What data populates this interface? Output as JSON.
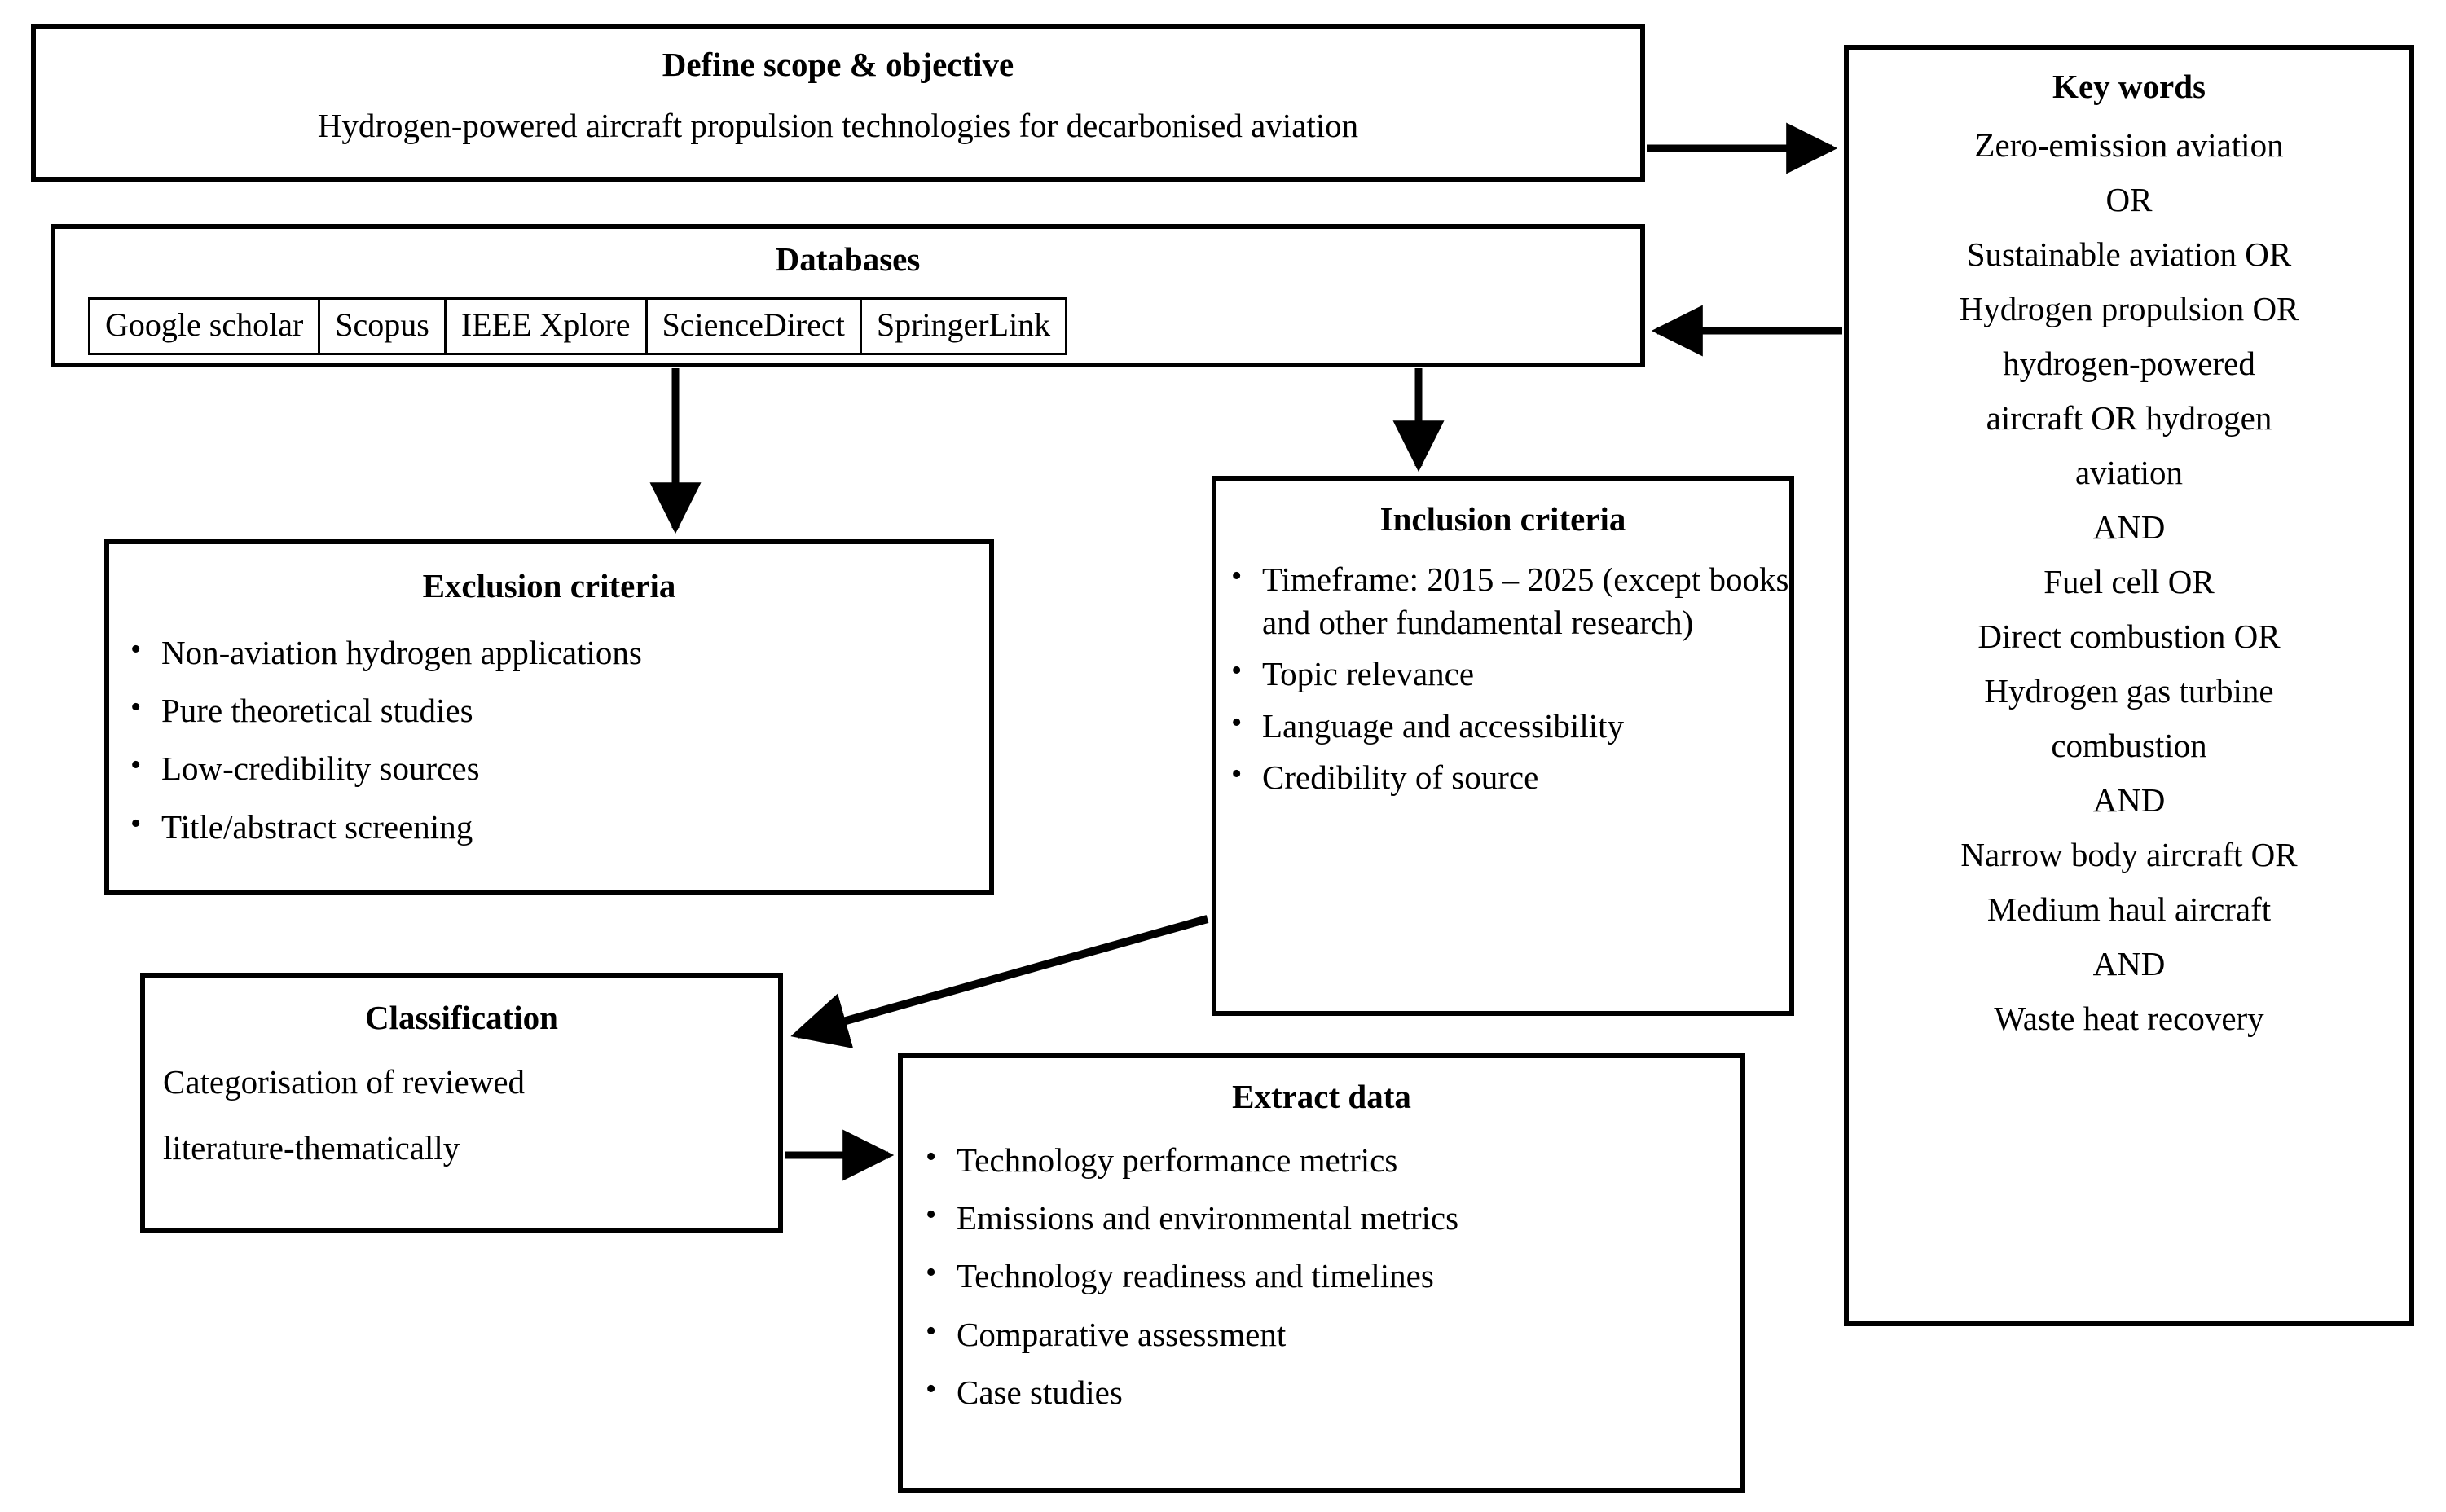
{
  "diagram": {
    "title": "Literature review methodology flowchart",
    "line_color": "#000000",
    "background_color": "#ffffff"
  },
  "define_scope": {
    "title": "Define scope & objective",
    "subtitle": "Hydrogen-powered aircraft propulsion technologies for decarbonised aviation"
  },
  "databases": {
    "title": "Databases",
    "items": [
      "Google scholar",
      "Scopus",
      "IEEE Xplore",
      "ScienceDirect",
      "SpringerLink"
    ]
  },
  "exclusion": {
    "title": "Exclusion criteria",
    "items": [
      "Non-aviation hydrogen applications",
      "Pure theoretical studies",
      "Low-credibility sources",
      "Title/abstract screening"
    ]
  },
  "inclusion": {
    "title": "Inclusion criteria",
    "items": [
      "Timeframe: 2015 – 2025 (except books and other fundamental research)",
      "Topic relevance",
      "Language and accessibility",
      "Credibility of source"
    ]
  },
  "keywords": {
    "title": "Key words",
    "lines": [
      "Zero-emission aviation",
      "OR",
      "Sustainable aviation OR",
      "Hydrogen propulsion OR",
      "hydrogen-powered",
      "aircraft OR hydrogen",
      "aviation",
      "AND",
      "Fuel cell OR",
      "Direct combustion OR",
      "Hydrogen gas turbine",
      "combustion",
      "AND",
      "Narrow body aircraft OR",
      "Medium haul aircraft",
      "AND",
      "Waste heat recovery"
    ]
  },
  "classification": {
    "title": "Classification",
    "line1": "Categorisation of reviewed",
    "line2": "literature-thematically"
  },
  "extract": {
    "title": "Extract data",
    "items": [
      "Technology performance metrics",
      "Emissions and environmental metrics",
      "Technology readiness and timelines",
      "Comparative assessment",
      "Case studies"
    ]
  },
  "connectors": [
    {
      "name": "define-to-keywords",
      "from": "define_scope",
      "to": "keywords",
      "direction": "right"
    },
    {
      "name": "keywords-to-databases",
      "from": "keywords",
      "to": "databases",
      "direction": "left"
    },
    {
      "name": "databases-to-exclusion",
      "from": "databases",
      "to": "exclusion",
      "direction": "down"
    },
    {
      "name": "databases-to-inclusion",
      "from": "databases",
      "to": "inclusion",
      "direction": "down"
    },
    {
      "name": "inclusion-to-classification",
      "from": "inclusion",
      "to": "classification",
      "direction": "diagonal-left"
    },
    {
      "name": "classification-to-extract",
      "from": "classification",
      "to": "extract",
      "direction": "right"
    }
  ]
}
